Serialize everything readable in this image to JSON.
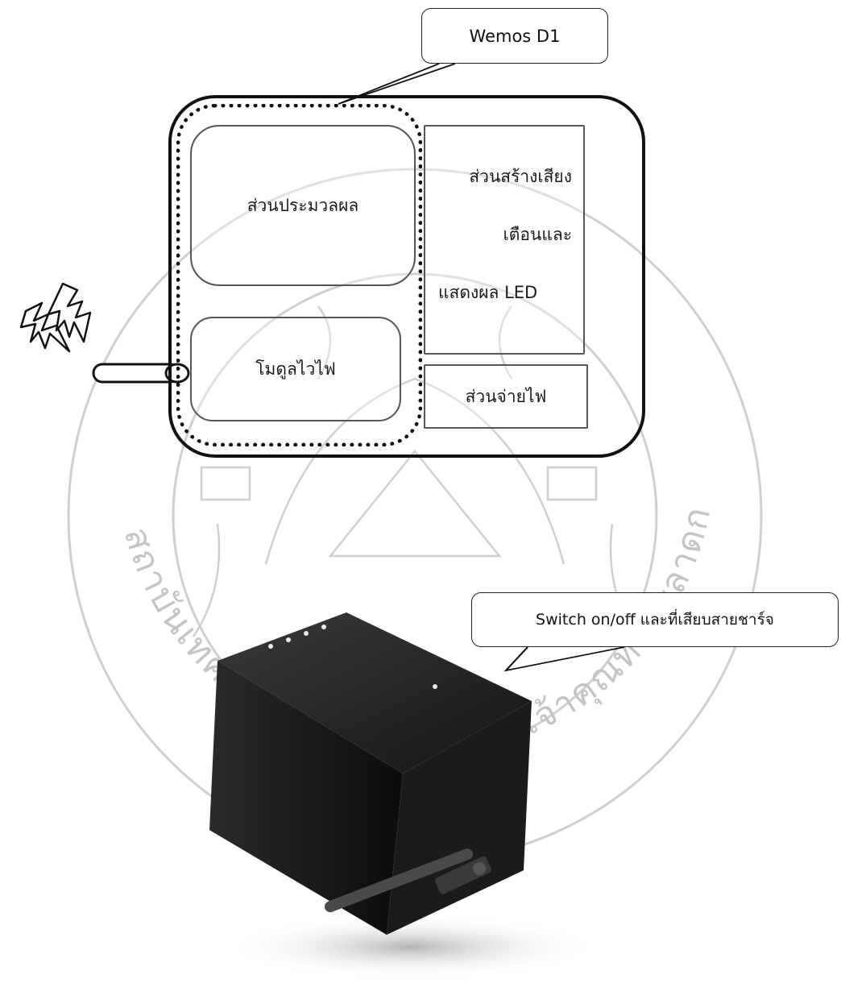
{
  "callouts": {
    "wemos": "Wemos D1",
    "switch": "Switch on/off และที่เสียบสายชาร์จ"
  },
  "blocks": {
    "processing": "ส่วนประมวลผล",
    "sensor": "โมดูลไวไฟ",
    "sound_line1": "ส่วนสร้างเสียง",
    "sound_line2": "เตือนและ",
    "sound_line3": "แสดงผล LED",
    "power": "ส่วนจ่ายไฟ"
  },
  "watermark": {
    "text": "สถาบันเทคโนโลยีพระจอมเกล้าเจ้าคุณทหารลาดกระบัง"
  },
  "colors": {
    "ink": "#111111",
    "block_border": "#555555",
    "watermark": "#c8c8c8",
    "device_body": "#2b2b2b"
  }
}
